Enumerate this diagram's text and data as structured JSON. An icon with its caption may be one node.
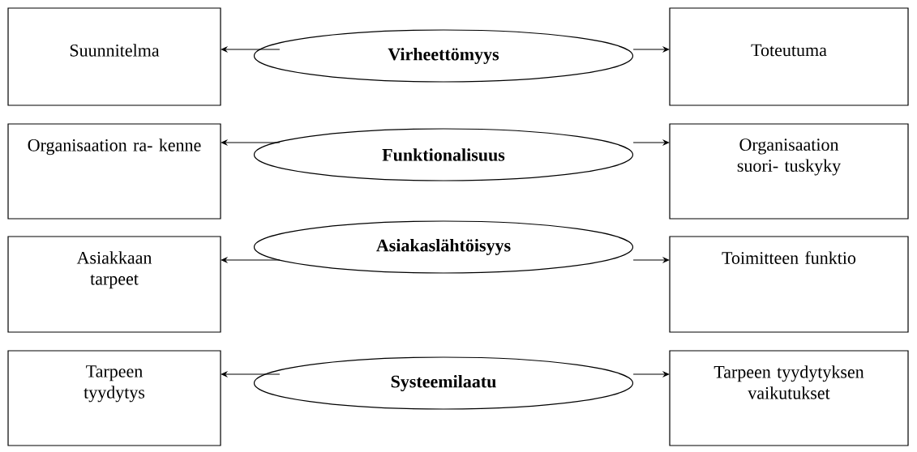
{
  "diagram": {
    "nodes": [
      {
        "text": [
          "Suunnitelma"
        ]
      },
      {
        "text": [
          "**Virheettömyys**"
        ]
      },
      {
        "text": [
          "Toteutuma"
        ]
      },
      {
        "text": [
          "Organisaation ra- kenne"
        ]
      },
      {
        "text": [
          "**Funktionalisuus**"
        ]
      },
      {
        "text": [
          "Organisaation suori- tuskyky"
        ]
      },
      {
        "text": [
          "Asiakkaan tarpeet"
        ]
      },
      {
        "text": [
          "**Asiakaslähtöisyys**"
        ]
      },
      {
        "text": [
          "Toimitteen funktio"
        ]
      },
      {
        "text": [
          "Tarpeen tyydytys"
        ]
      },
      {
        "text": [
          "**Systeemilaatu**"
        ]
      },
      {
        "text": [
          "Tarpeen tyydytyksen vaikutukset"
        ]
      }
    ],
    "edges": [
      {
        "from": 1,
        "to": 0,
        "arrow": "to"
      },
      {
        "from": 1,
        "to": 2,
        "arrow": "to"
      },
      {
        "from": 4,
        "to": 3,
        "arrow": "to"
      },
      {
        "from": 4,
        "to": 5,
        "arrow": "to"
      },
      {
        "from": 7,
        "to": 6,
        "arrow": "to"
      },
      {
        "from": 7,
        "to": 8,
        "arrow": "to"
      },
      {
        "from": 10,
        "to": 9,
        "arrow": "to"
      },
      {
        "from": 10,
        "to": 11,
        "arrow": "to"
      }
    ]
  }
}
